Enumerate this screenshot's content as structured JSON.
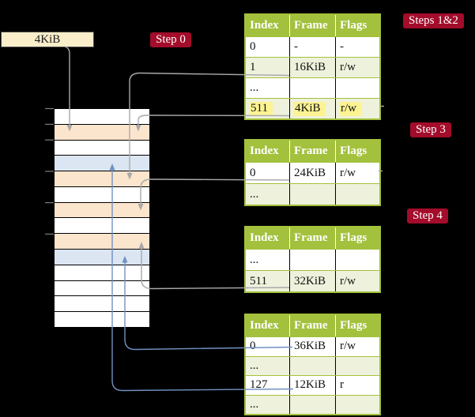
{
  "frame_box": {
    "label": "4KiB"
  },
  "badges": {
    "step0": "Step 0",
    "steps12": "Steps 1&2",
    "step3": "Step 3",
    "step4": "Step 4"
  },
  "memory": {
    "row_fills": [
      "white",
      "peach",
      "white",
      "blue",
      "peach",
      "white",
      "peach",
      "white",
      "peach",
      "blue",
      "white",
      "white",
      "white",
      "white"
    ],
    "tick_row_tops": [
      0,
      1,
      2,
      4,
      6,
      8
    ]
  },
  "tables": [
    {
      "name": "page-table-steps-1-2",
      "headers": [
        "Index",
        "Frame",
        "Flags"
      ],
      "rows": [
        {
          "cells": [
            "0",
            "-",
            "-"
          ],
          "fill": "white"
        },
        {
          "cells": [
            "1",
            "16KiB",
            "r/w"
          ],
          "fill": "green"
        },
        {
          "cells": [
            "...",
            "",
            ""
          ],
          "fill": "white"
        },
        {
          "cells": [
            "511",
            "4KiB",
            "r/w"
          ],
          "fill": "green",
          "highlight": true
        }
      ]
    },
    {
      "name": "page-table-step-3",
      "headers": [
        "Index",
        "Frame",
        "Flags"
      ],
      "rows": [
        {
          "cells": [
            "0",
            "24KiB",
            "r/w"
          ],
          "fill": "white"
        },
        {
          "cells": [
            "...",
            "",
            ""
          ],
          "fill": "green"
        }
      ]
    },
    {
      "name": "page-table-step-4",
      "headers": [
        "Index",
        "Frame",
        "Flags"
      ],
      "rows": [
        {
          "cells": [
            "...",
            "",
            ""
          ],
          "fill": "white"
        },
        {
          "cells": [
            "511",
            "32KiB",
            "r/w"
          ],
          "fill": "green"
        }
      ]
    },
    {
      "name": "page-table-final",
      "headers": [
        "Index",
        "Frame",
        "Flags"
      ],
      "rows": [
        {
          "cells": [
            "0",
            "36KiB",
            "r/w"
          ],
          "fill": "white"
        },
        {
          "cells": [
            "...",
            "",
            ""
          ],
          "fill": "green"
        },
        {
          "cells": [
            "127",
            "12KiB",
            "r"
          ],
          "fill": "white"
        },
        {
          "cells": [
            "...",
            "",
            ""
          ],
          "fill": "green"
        }
      ]
    }
  ],
  "colors": {
    "badge_red": "#a30c2a",
    "table_header_green": "#a3c13c",
    "table_row_green": "#eef1dc",
    "memory_peach": "#fce5cd",
    "memory_blue": "#dbe6f2",
    "highlight_yellow": "#fdf393",
    "frame_box_cream": "#faeeca",
    "connector_gray": "#a9a9a9",
    "connector_blue": "#7191c1"
  }
}
